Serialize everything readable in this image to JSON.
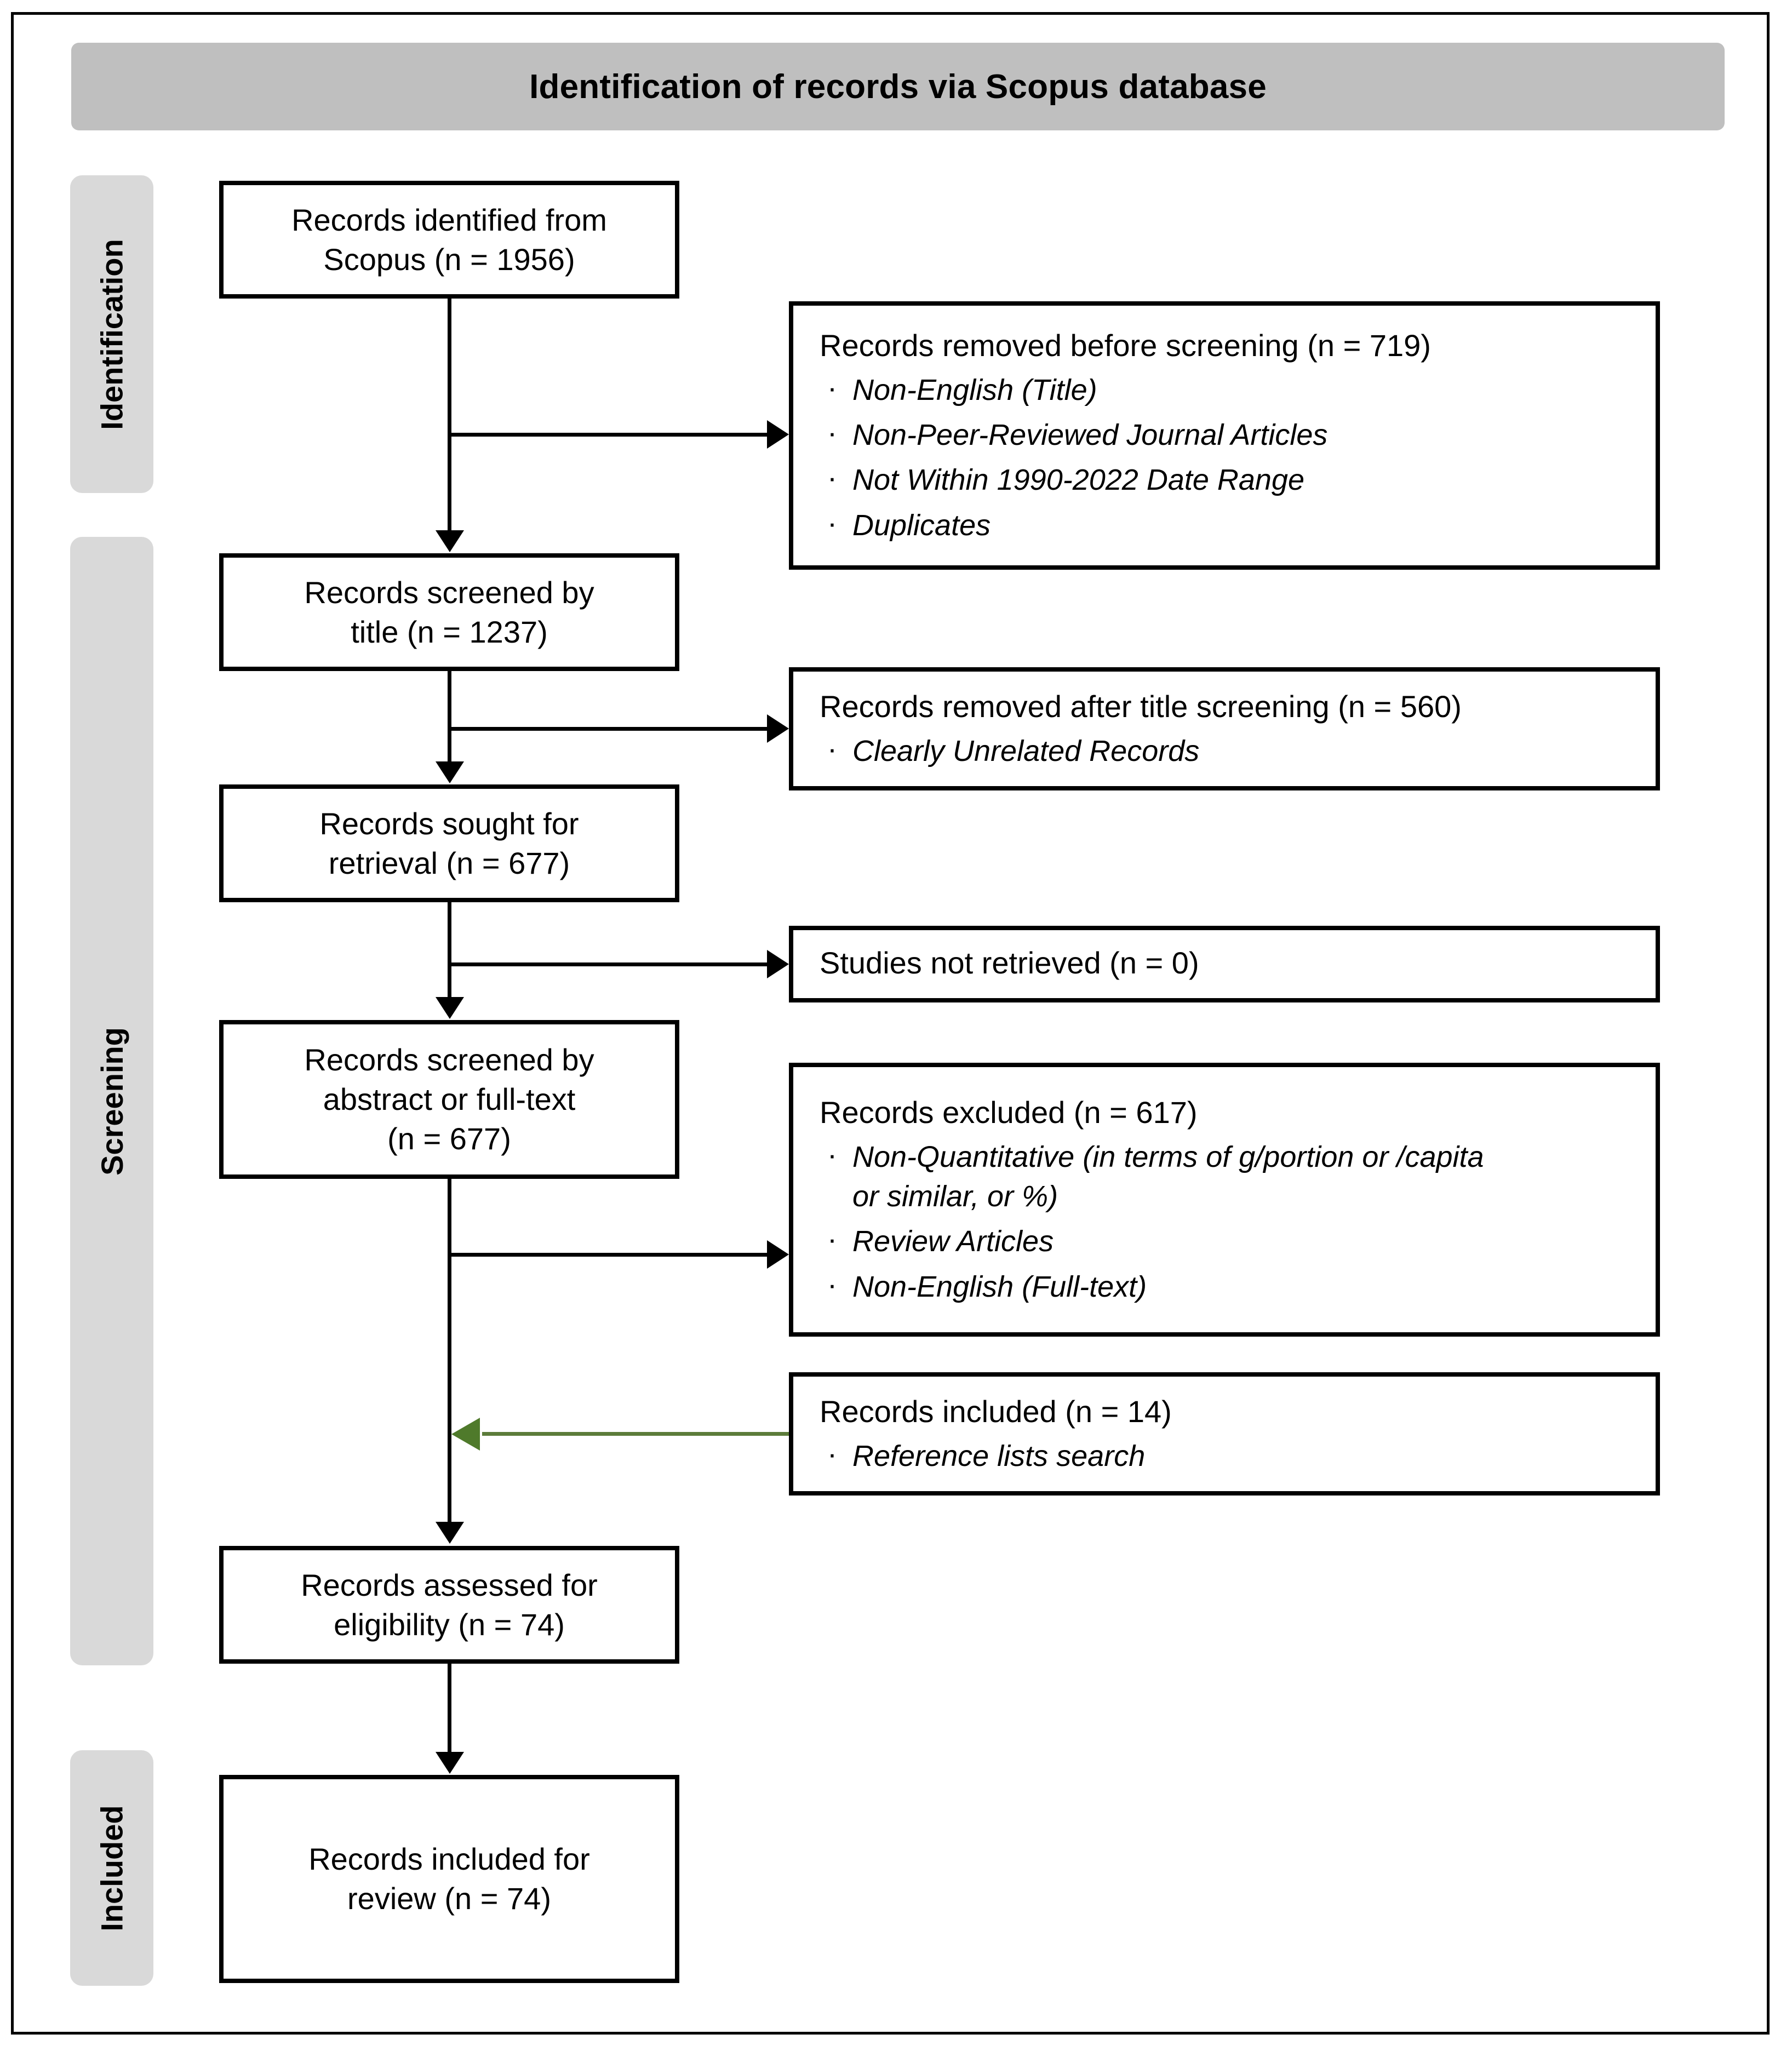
{
  "banner": {
    "title": "Identification of records via Scopus database"
  },
  "stages": [
    {
      "id": "identification",
      "label": "Identification"
    },
    {
      "id": "screening",
      "label": "Screening"
    },
    {
      "id": "included",
      "label": "Included"
    }
  ],
  "flow": {
    "identified": {
      "line1": "Records identified from",
      "line2": "Scopus (n = 1956)"
    },
    "screened_title": {
      "line1": "Records screened by",
      "line2": "title (n = 1237)"
    },
    "sought": {
      "line1": "Records sought for",
      "line2": "retrieval (n = 677)"
    },
    "screened_abstract": {
      "line1": "Records screened by",
      "line2": "abstract or full-text",
      "line3": "(n = 677)"
    },
    "assessed": {
      "line1": "Records assessed for",
      "line2": "eligibility (n = 74)"
    },
    "final": {
      "line1": "Records included for",
      "line2": "review (n = 74)"
    }
  },
  "exclusions": {
    "removed_before_screening": {
      "heading": "Records removed before screening (n = 719)",
      "items": [
        "Non-English (Title)",
        "Non-Peer-Reviewed Journal Articles",
        "Not Within 1990-2022 Date Range",
        "Duplicates"
      ]
    },
    "removed_after_title": {
      "heading": "Records removed after title screening (n = 560)",
      "items": [
        "Clearly Unrelated Records"
      ]
    },
    "not_retrieved": {
      "heading": "Studies not retrieved (n = 0)",
      "items": []
    },
    "records_excluded": {
      "heading": "Records excluded (n = 617)",
      "items_line1": [
        "Non-Quantitative (in terms of g/portion or /capita",
        "Review Articles",
        "Non-English (Full-text)"
      ],
      "item1_wrap": "or similar, or %)"
    },
    "records_included_extra": {
      "heading": "Records included (n = 14)",
      "items": [
        "Reference lists search"
      ]
    }
  },
  "colors": {
    "banner_gray": "#bfbfbf",
    "stage_gray": "#d9d9d9",
    "line_black": "#000000",
    "arrow_green": "#4f7a2b"
  }
}
